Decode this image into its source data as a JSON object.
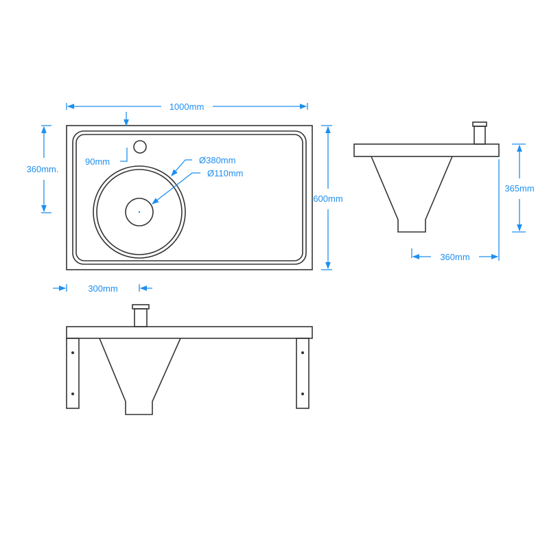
{
  "colors": {
    "line": "#333333",
    "dimension": "#1e8ff0"
  },
  "top_view": {
    "width_label": "1000mm",
    "depth_label": "600mm",
    "bowl_offset_depth_label": "360mm.",
    "tap_offset_label": "90mm",
    "bowl_diameter_label": "Ø380mm",
    "waste_diameter_label": "Ø110mm",
    "bowl_offset_width_label": "300mm"
  },
  "side_view": {
    "height_label": "365mm",
    "depth_label": "360mm"
  }
}
